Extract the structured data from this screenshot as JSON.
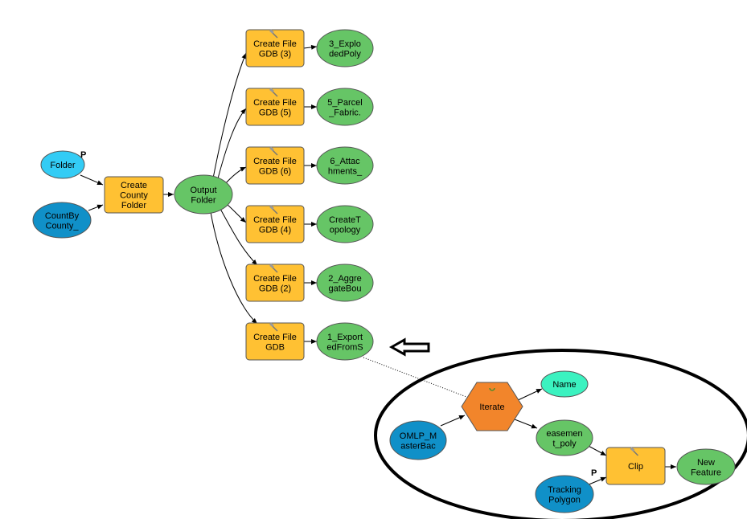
{
  "colors": {
    "tool": "#ffc133",
    "derived": "#66c566",
    "input": "#1090c8",
    "param": "#33ccf5",
    "iterate": "#f2852b",
    "name": "#3bf2c0"
  },
  "nodes": {
    "folder": "Folder",
    "countby": "CountBy County_",
    "create_county_folder": "Create County Folder",
    "output_folder": "Output Folder",
    "gdb3": "Create File GDB (3)",
    "gdb5": "Create File GDB (5)",
    "gdb6": "Create File GDB (6)",
    "gdb4": "Create File GDB (4)",
    "gdb2": "Create File GDB (2)",
    "gdb": "Create File GDB",
    "out3": "3_Explo dedPoly",
    "out5": "5_Parcel _Fabric.",
    "out6": "6_Attac hments_",
    "out4": "CreateT opology",
    "out2": "2_Aggre gateBou",
    "out1": "1_Export edFromS",
    "iterate": "Iterate",
    "name": "Name",
    "omlp": "OMLP_M asterBac",
    "easement": "easemen t_poly",
    "clip": "Clip",
    "tracking": "Tracking Polygon",
    "new_feature": "New Feature"
  },
  "param_marker": "P"
}
